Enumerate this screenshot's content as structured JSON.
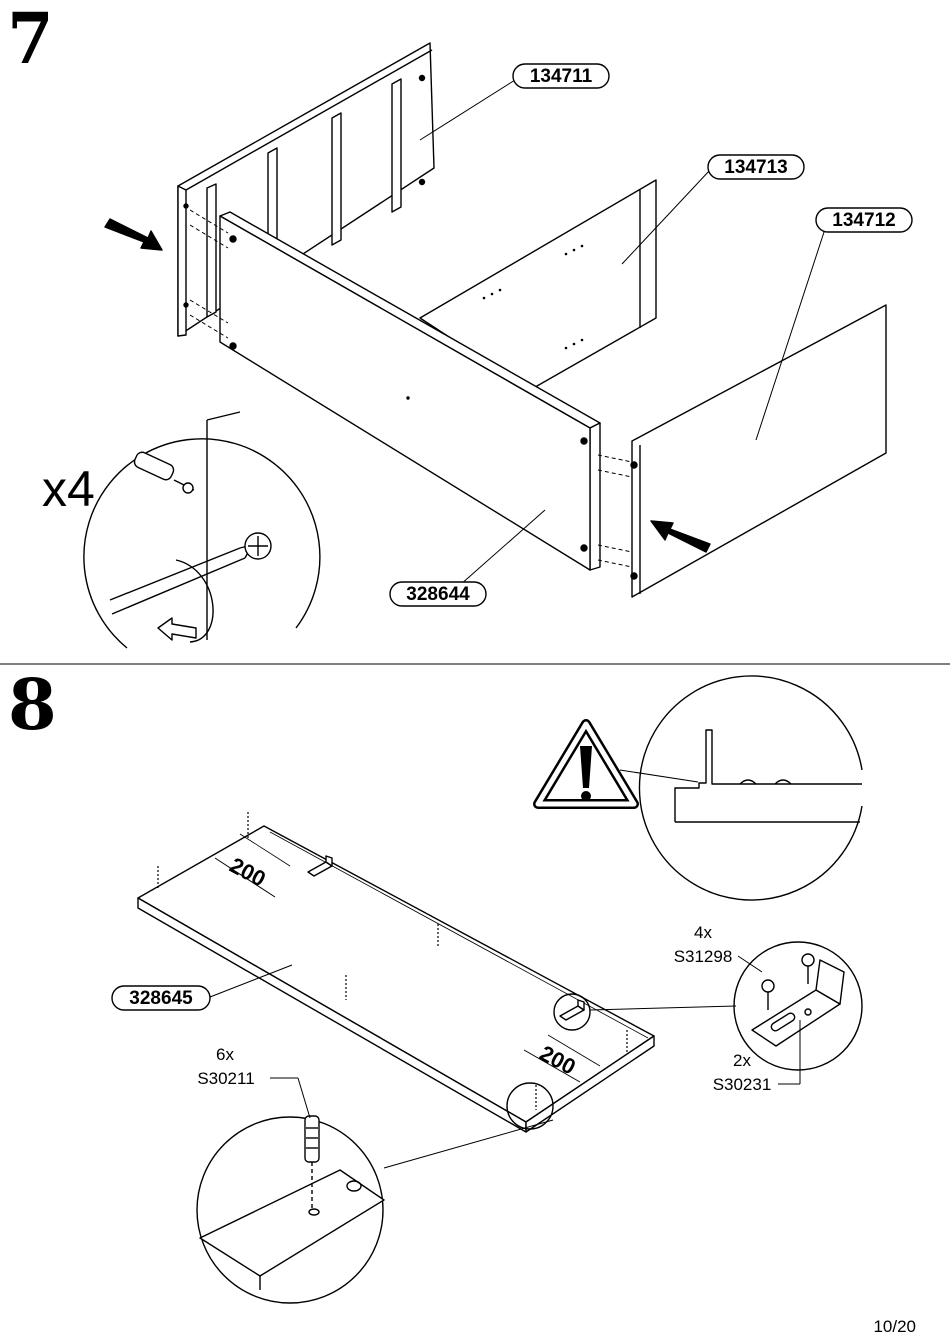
{
  "steps": [
    {
      "number": "7",
      "parts": {
        "back_panel": "134711",
        "side_panel_far": "134713",
        "side_panel_right": "134712",
        "front_panel": "328644"
      },
      "multiplier": "x4",
      "icons": [
        "arrow-icon",
        "screwdriver-icon",
        "rotate-arrow-icon"
      ]
    },
    {
      "number": "8",
      "parts": {
        "bottom_panel": "328645"
      },
      "dimensions": [
        "200",
        "200"
      ],
      "hardware": [
        {
          "qty": "6x",
          "code": "S30211"
        },
        {
          "qty": "4x",
          "code": "S31298"
        },
        {
          "qty": "2x",
          "code": "S30231"
        }
      ],
      "icons": [
        "warning-icon"
      ]
    }
  ],
  "page": "10/20"
}
